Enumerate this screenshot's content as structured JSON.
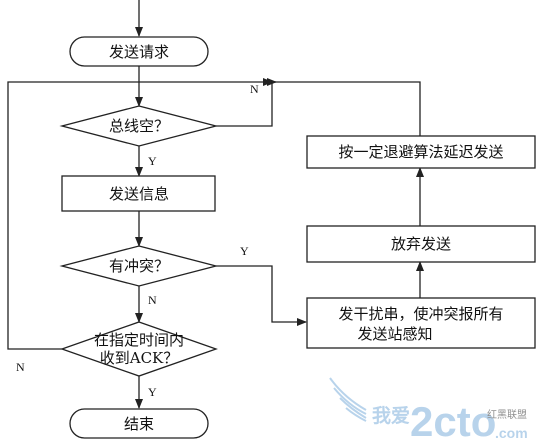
{
  "nodes": {
    "start": "发送请求",
    "bus_idle": "总线空？",
    "send_info": "发送信息",
    "collision": "有冲突？",
    "received_ack_line1": "在指定时间内",
    "received_ack_line2": "收到ACK？",
    "end": "结束",
    "backoff": "按一定退避算法延迟发送",
    "give_up": "放弃发送",
    "jam_line1": "发干扰串，使冲突报所有",
    "jam_line2": "发送站感知"
  },
  "edge_labels": {
    "bus_idle_no": "N",
    "bus_idle_yes": "Y",
    "collision_yes": "Y",
    "collision_no": "N",
    "ack_no": "N",
    "ack_yes": "Y"
  },
  "watermark": {
    "text_cn": "我爱",
    "text_brand": "2cto",
    "text_site": "红黑联盟",
    "text_com": ".com",
    "color": "#7fb0dc"
  },
  "colors": {
    "stroke": "#222222",
    "fill": "#ffffff"
  }
}
